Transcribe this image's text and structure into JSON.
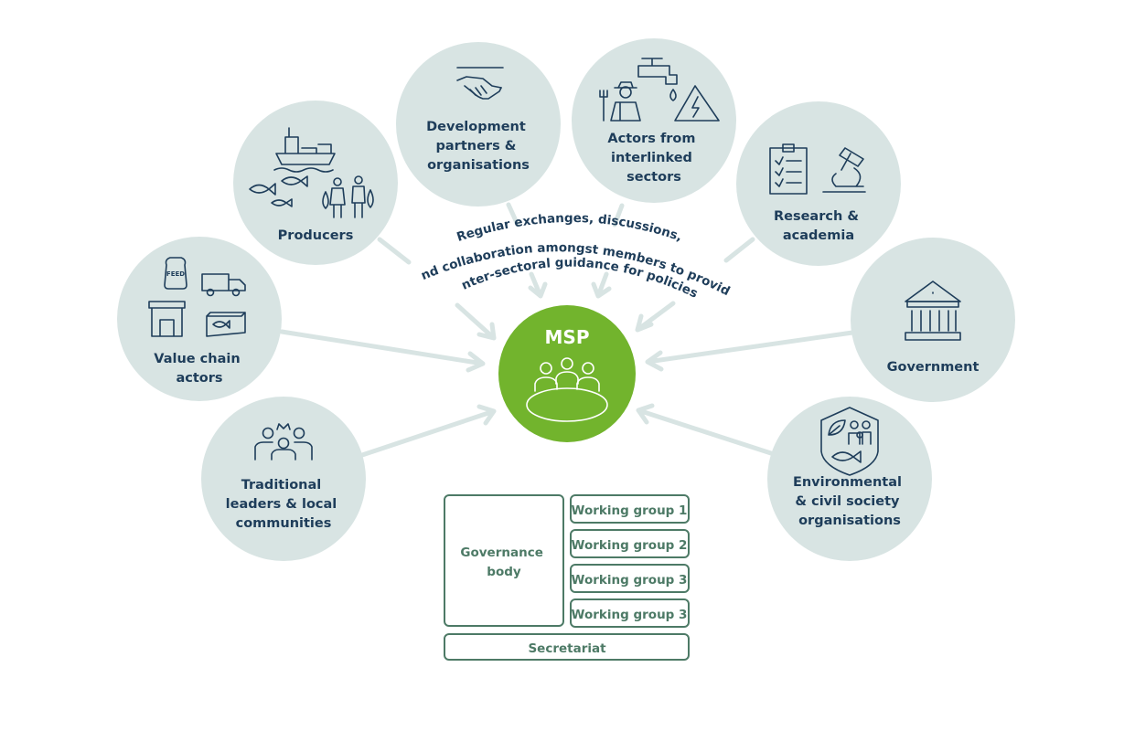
{
  "colors": {
    "circle_fill": "#d8e4e3",
    "msp_fill": "#72b42d",
    "text_navy": "#1e3d5a",
    "box_green": "#4d7a66"
  },
  "center": {
    "title": "MSP",
    "icon": "meeting-table-icon",
    "caption_lines": [
      "Regular exchanges, discussions,",
      "and collaboration amongst members to provide",
      "inter-sectoral guidance for policies"
    ]
  },
  "stakeholders": [
    {
      "id": "value-chain",
      "lines": [
        "Value chain",
        "actors"
      ],
      "icon": "value-chain-icon"
    },
    {
      "id": "producers",
      "lines": [
        "Producers"
      ],
      "icon": "producers-icon"
    },
    {
      "id": "development",
      "lines": [
        "Development",
        "partners &",
        "organisations"
      ],
      "icon": "handshake-icon"
    },
    {
      "id": "interlinked",
      "lines": [
        "Actors from",
        "interlinked",
        "sectors"
      ],
      "icon": "interlinked-sectors-icon"
    },
    {
      "id": "research",
      "lines": [
        "Research &",
        "academia"
      ],
      "icon": "research-icon"
    },
    {
      "id": "government",
      "lines": [
        "Government"
      ],
      "icon": "government-building-icon"
    },
    {
      "id": "environmental",
      "lines": [
        "Environmental",
        "& civil society",
        "organisations"
      ],
      "icon": "environment-shield-icon"
    },
    {
      "id": "traditional",
      "lines": [
        "Traditional",
        "leaders & local",
        "communities"
      ],
      "icon": "community-leaders-icon"
    }
  ],
  "structure": {
    "governance": [
      "Governance",
      "body"
    ],
    "working_groups": [
      "Working group 1",
      "Working group 2",
      "Working group 3",
      "Working group 3"
    ],
    "secretariat": "Secretariat"
  }
}
